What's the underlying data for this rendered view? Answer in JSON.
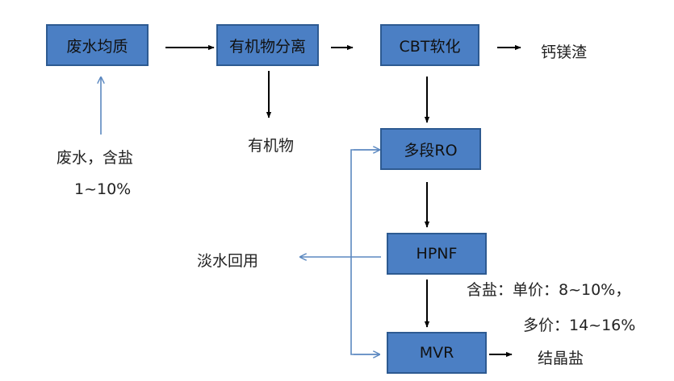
{
  "boxes": {
    "homogenize": "废水均质",
    "organic_separation": "有机物分离",
    "cbt_softening": "CBT软化",
    "multi_ro": "多段RO",
    "hpnf": "HPNF",
    "mvr": "MVR"
  },
  "labels": {
    "feed_line1": "废水，含盐",
    "feed_line2": "1~10%",
    "organics": "有机物",
    "ca_mg_residue": "钙镁渣",
    "fresh_water_reuse": "淡水回用",
    "salt_monovalent": "含盐：单价：8~10%，",
    "salt_multivalent": "多价：14~16%",
    "crystal_salt": "结晶盐"
  },
  "colors": {
    "box_fill": "#4b7fc4",
    "box_border": "#2d5a91",
    "arrow_black": "#000000",
    "arrow_blue": "#5b88c0"
  }
}
